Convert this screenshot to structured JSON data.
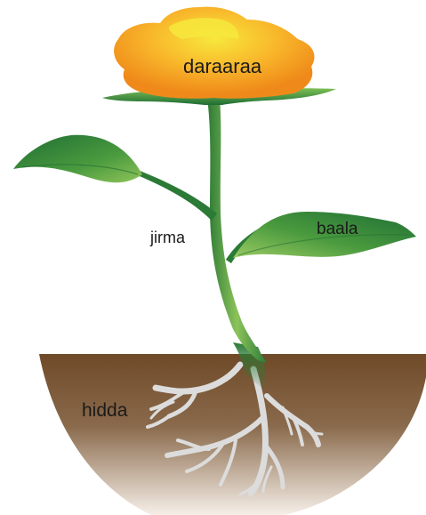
{
  "labels": {
    "flower": "daraaraa",
    "stem": "jirma",
    "leaf": "baala",
    "root": "hidda"
  },
  "colors": {
    "soil_top": "#6f4a28",
    "soil_bottom": "#f6efe8",
    "petal_outer": "#f39a1e",
    "petal_inner": "#f7e83c",
    "leaf_dark": "#1f6d35",
    "leaf_light": "#8fc45a",
    "root": "#d9d9d9"
  }
}
